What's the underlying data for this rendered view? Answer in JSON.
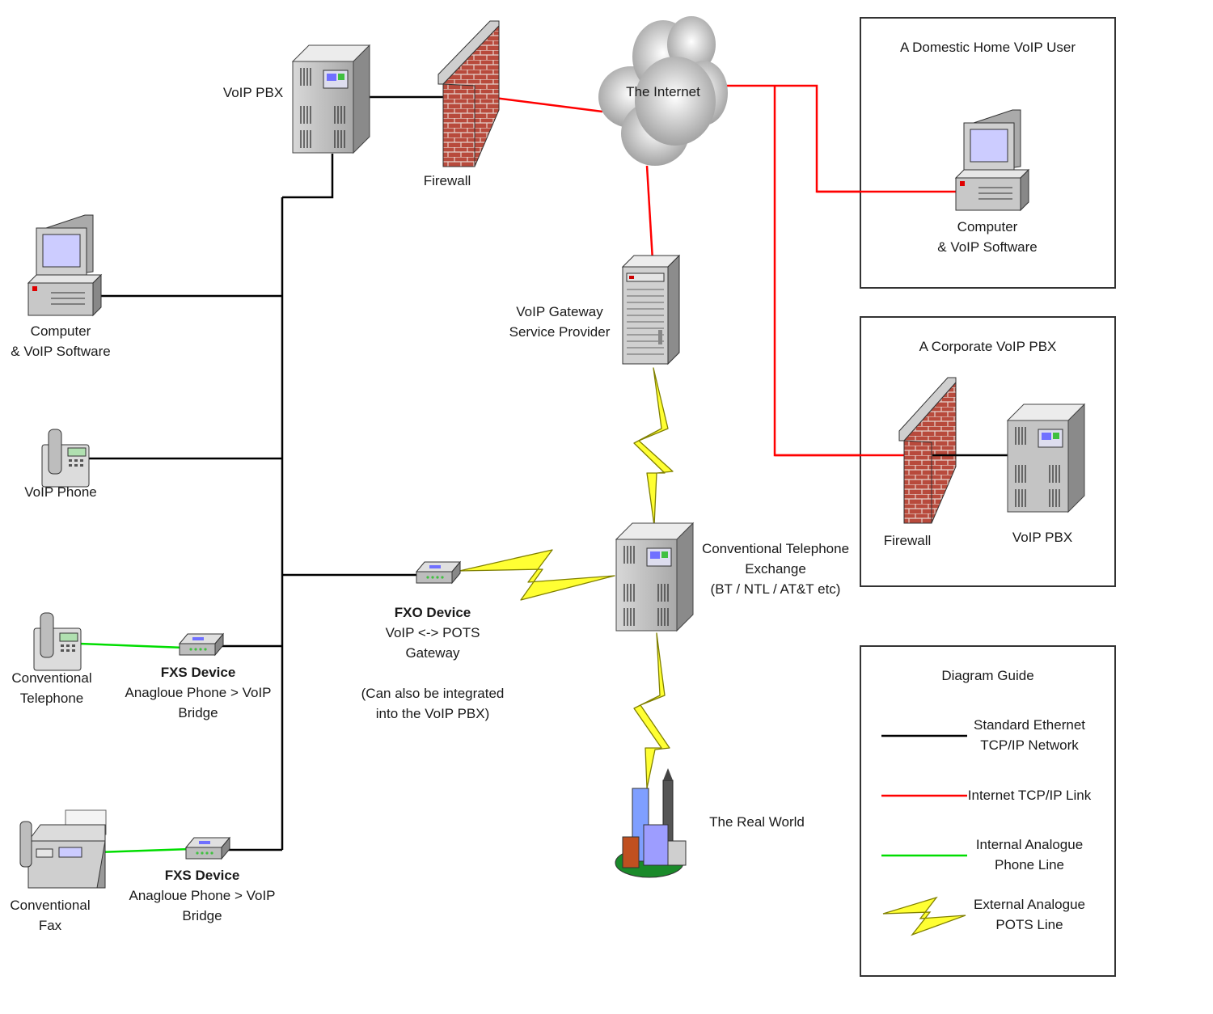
{
  "nodes": {
    "voip_pbx_main": "VoIP PBX",
    "firewall_main": "Firewall",
    "internet": "The Internet",
    "computer_left": [
      "Computer",
      "& VoIP Software"
    ],
    "voip_phone": "VoIP Phone",
    "conv_phone": [
      "Conventional",
      "Telephone"
    ],
    "fxs1": {
      "title": "FXS Device",
      "lines": [
        "Anagloue Phone > VoIP",
        "Bridge"
      ]
    },
    "conv_fax": [
      "Conventional",
      "Fax"
    ],
    "fxs2": {
      "title": "FXS Device",
      "lines": [
        "Anagloue Phone > VoIP",
        "Bridge"
      ]
    },
    "gateway": [
      "VoIP Gateway",
      "Service Provider"
    ],
    "fxo": {
      "title": "FXO Device",
      "lines": [
        "VoIP <-> POTS",
        "Gateway",
        "",
        "(Can also be integrated",
        "into the VoIP PBX)"
      ]
    },
    "exchange": [
      "Conventional Telephone",
      "Exchange",
      "(BT / NTL / AT&T etc)"
    ],
    "real_world": "The Real World"
  },
  "home_box": {
    "title": "A Domestic Home VoIP User",
    "computer": [
      "Computer",
      "& VoIP Software"
    ]
  },
  "corp_box": {
    "title": "A Corporate VoIP PBX",
    "firewall": "Firewall",
    "pbx": "VoIP PBX"
  },
  "guide": {
    "title": "Diagram Guide",
    "items": [
      {
        "lines": [
          "Standard Ethernet",
          "TCP/IP Network"
        ],
        "style": "black"
      },
      {
        "lines": [
          "Internet TCP/IP Link"
        ],
        "style": "red"
      },
      {
        "lines": [
          "Internal Analogue",
          "Phone Line"
        ],
        "style": "green"
      },
      {
        "lines": [
          "External Analogue",
          "POTS Line"
        ],
        "style": "bolt"
      }
    ]
  },
  "colors": {
    "ethernet": "#000000",
    "internet": "#ff0000",
    "analogue_internal": "#00dd00",
    "pots": "#ffff33",
    "brick": "#b8463a",
    "server": "#b9b9b9"
  }
}
